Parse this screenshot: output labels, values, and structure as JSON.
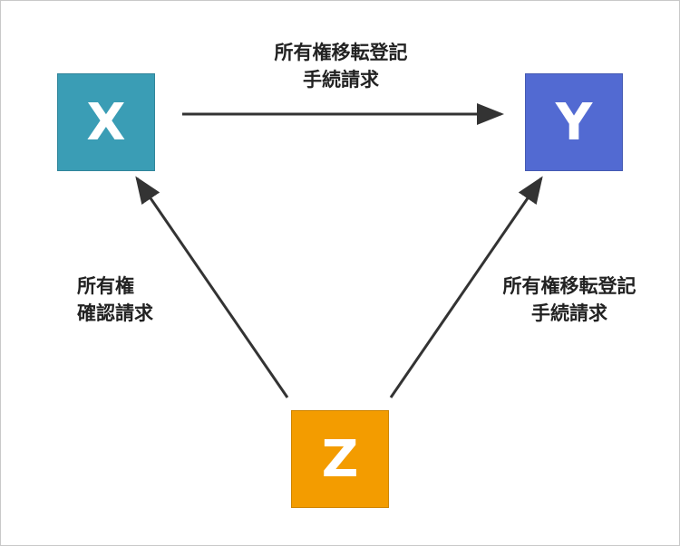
{
  "diagram": {
    "nodes": {
      "x": {
        "label": "X",
        "color": "#3a9db5"
      },
      "y": {
        "label": "Y",
        "color": "#526ad2"
      },
      "z": {
        "label": "Z",
        "color": "#f39c00"
      }
    },
    "edges": {
      "x_to_y": {
        "lines": [
          "所有権移転登記",
          "手続請求"
        ]
      },
      "z_to_x": {
        "lines": [
          "所有権",
          "確認請求"
        ]
      },
      "z_to_y": {
        "lines": [
          "所有権移転登記",
          "手続請求"
        ]
      }
    },
    "arrow_color": "#333333"
  }
}
